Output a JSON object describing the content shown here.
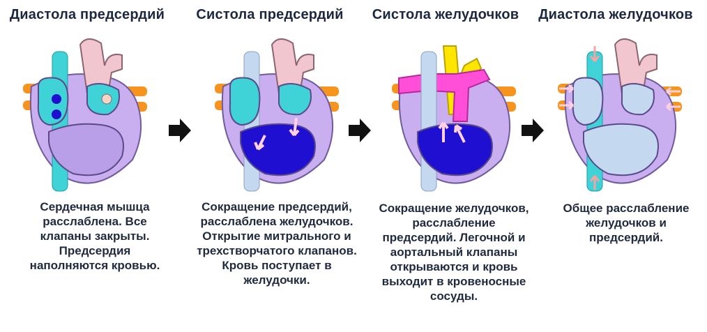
{
  "panels": [
    {
      "title": "Диастола предсердий",
      "description": "Сердечная мышца расслаблена. Все клапаны закрыты. Предсердия наполняются кровью."
    },
    {
      "title": "Систола предсердий",
      "description": "Сокращение предсердий, расслаблена желудочков. Открытие митрального и трехстворчатого клапанов. Кровь поступает в желудочки."
    },
    {
      "title": "Систола желудочков",
      "description": "Сокращение желудочков, расслабление предсердий. Легочной и аортальный клапаны открываются и кровь выходит в кровеносные сосуды."
    },
    {
      "title": "Диастола желудочков",
      "description": "Общее расслабление желудочков и предсердий."
    }
  ],
  "colors": {
    "vein": "#3fd3d8",
    "vein_relaxed": "#c4d8f0",
    "pulmonary": "#f7941d",
    "heart_body": "#c9aef0",
    "ventricle_contracted": "#1f0fd1",
    "aorta_ejection": "#ff4fd8",
    "pulmonary_trunk_ejection": "#ffe600",
    "arrow": "#111111"
  }
}
